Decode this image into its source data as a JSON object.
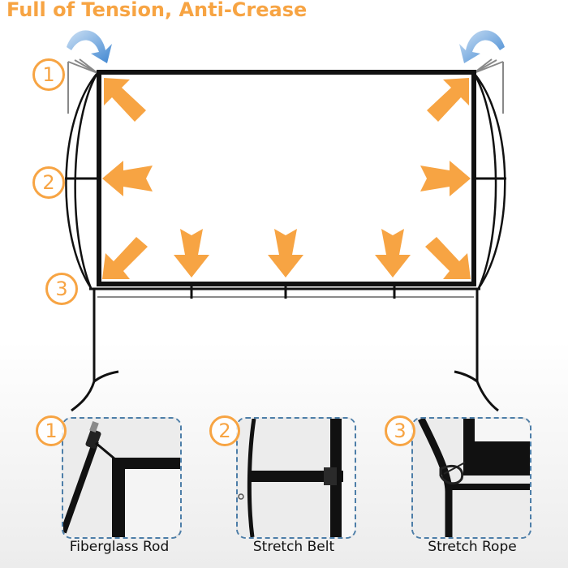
{
  "title": "Full of Tension, Anti-Crease",
  "markers": [
    "1",
    "2",
    "3"
  ],
  "details": [
    {
      "number": "1",
      "label": "Fiberglass Rod"
    },
    {
      "number": "2",
      "label": "Stretch Belt"
    },
    {
      "number": "3",
      "label": "Stretch Rope"
    }
  ],
  "colors": {
    "accent_orange": "#f7a443",
    "arrow_blue": "#4a8fd6",
    "frame": "#111111",
    "panel_border": "#4d7ea8"
  }
}
